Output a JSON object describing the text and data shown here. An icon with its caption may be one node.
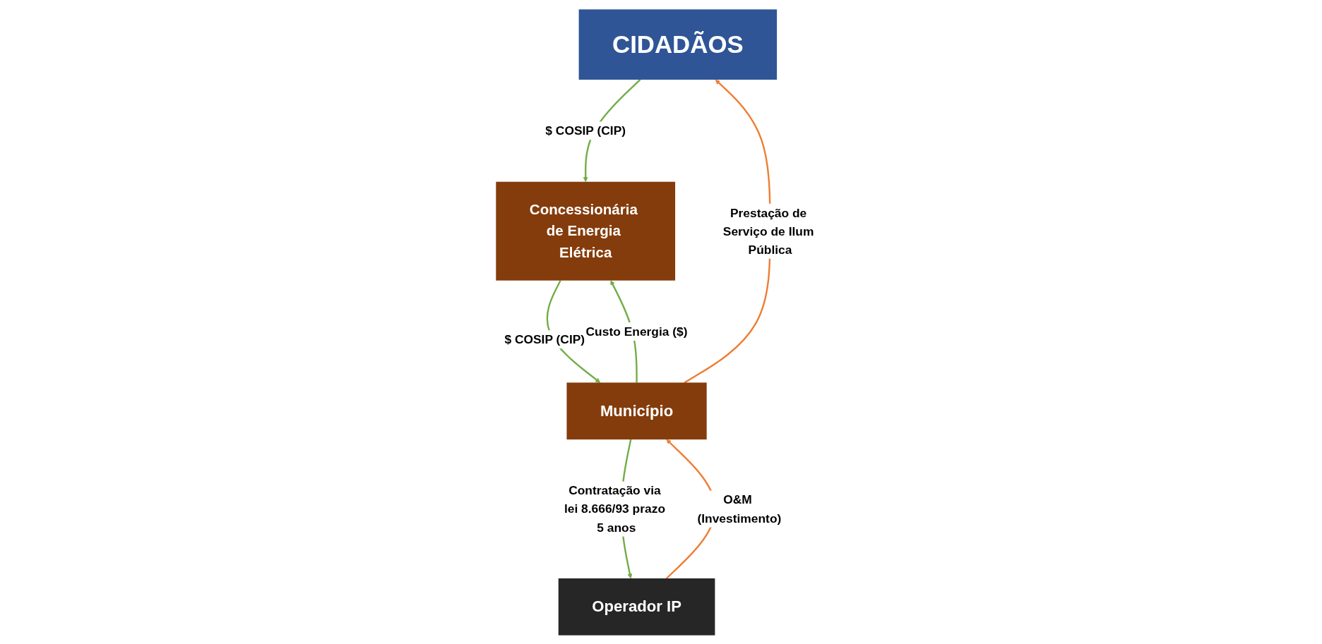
{
  "diagram": {
    "nodes": [
      {
        "text": [
          "CIDADÃOS"
        ]
      },
      {
        "text": [
          "Concessionária de Energia Elétrica"
        ]
      },
      {
        "text": [
          "Município"
        ]
      },
      {
        "text": [
          "Operador IP"
        ]
      }
    ],
    "edges": [
      {
        "from": 0,
        "to": 1,
        "arrow": "to",
        "label": "$ COSIP (CIP)"
      },
      {
        "from": 1,
        "to": 2,
        "arrow": "to",
        "label": "$ COSIP (CIP)"
      },
      {
        "from": 2,
        "to": 1,
        "arrow": "to",
        "label": "Custo Energia ($)"
      },
      {
        "from": 2,
        "to": 0,
        "arrow": "to",
        "label": "Prestação de Serviço de Ilum Pública",
        "color": "#ed7d31"
      },
      {
        "from": 3,
        "to": 2,
        "arrow": "to",
        "label": "O&M (Investimento)",
        "color": "#ed7d31"
      },
      {
        "from": 2,
        "to": 3,
        "arrow": "to",
        "label": "Contratação via lei 8.666/93 prazo 5 anos"
      }
    ]
  }
}
